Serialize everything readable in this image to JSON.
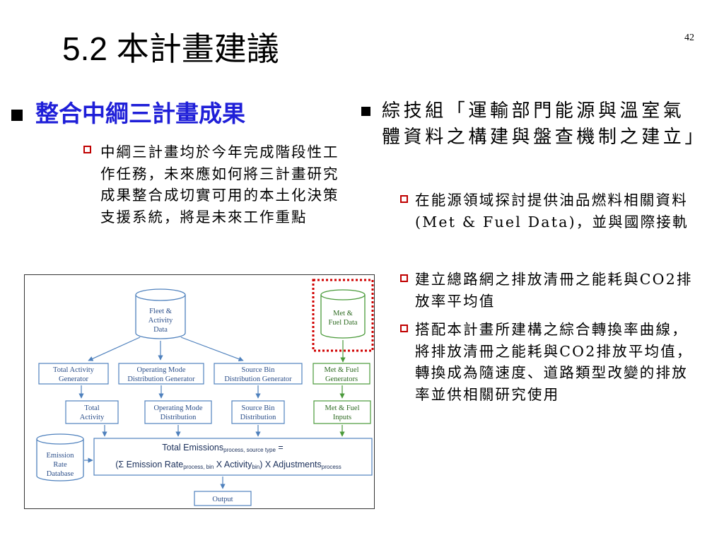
{
  "slide": {
    "title": "5.2 本計畫建議",
    "page_number": "42"
  },
  "left": {
    "heading": "整合中綱三計畫成果",
    "bullet": "中綱三計畫均於今年完成階段性工作任務，未來應如何將三計畫研究成果整合成切實可用的本土化決策支援系統，將是未來工作重點"
  },
  "right": {
    "main": "綜技組「運輸部門能源與溫室氣體資料之構建與盤查機制之建立」",
    "sub1": "在能源領域探討提供油品燃料相關資料(Met & Fuel Data)，並與國際接軌",
    "sub2": "建立總路網之排放清冊之能耗與CO2排放率平均值",
    "sub3": "搭配本計畫所建構之綜合轉換率曲線，將排放清冊之能耗與CO2排放平均值，轉換成為隨速度、道路類型改變的排放率並供相關研究使用"
  },
  "diagram": {
    "fleet_db": [
      "Fleet &",
      "Activity",
      "Data"
    ],
    "met_db": [
      "Met &",
      "Fuel Data"
    ],
    "emission_db": [
      "Emission",
      "Rate",
      "Database"
    ],
    "gen_total": [
      "Total Activity",
      "Generator"
    ],
    "gen_opmode": [
      "Operating Mode",
      "Distribution Generator"
    ],
    "gen_source": [
      "Source Bin",
      "Distribution Generator"
    ],
    "gen_met": [
      "Met & Fuel",
      "Generators"
    ],
    "out_total": [
      "Total",
      "Activity"
    ],
    "out_opmode": [
      "Operating Mode",
      "Distribution"
    ],
    "out_source": [
      "Source Bin",
      "Distribution"
    ],
    "out_met": [
      "Met & Fuel",
      "Inputs"
    ],
    "eq_line1_main": "Total Emissions",
    "eq_line1_sub": "process, source type",
    "eq_line1_end": " =",
    "eq_line2_a": "(Σ Emission Rate",
    "eq_line2_a_sub": "process, bin",
    "eq_line2_b": " X Activity",
    "eq_line2_b_sub": "bin",
    "eq_line2_c": ") X Adjustments",
    "eq_line2_c_sub": "process",
    "output": "Output"
  },
  "colors": {
    "heading": "#1f1fd8",
    "diagram_blue": "#4f81bd",
    "diagram_green": "#4a9a3a",
    "highlight_red": "#d00000",
    "bullet_red": "#c00000"
  }
}
